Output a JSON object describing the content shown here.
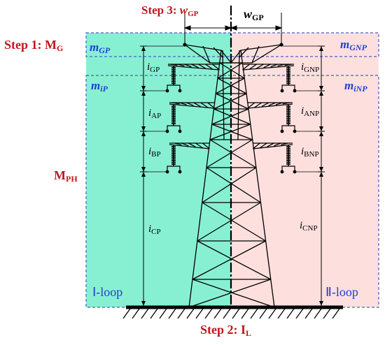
{
  "colors": {
    "left_region": "#88f0d2",
    "right_region": "#fde0de",
    "dashed_box": "#4a5cc8",
    "step_text": "#c0171e",
    "region_label": "#1f3fd4"
  },
  "steps": {
    "step1": "Step 1: M",
    "step1_sub": "G",
    "step2": "Step 2: I",
    "step2_sub": "L",
    "step3": "Step 3: ",
    "step3_w": "w",
    "step3_sub": "GP"
  },
  "mph": {
    "main": "M",
    "sub": "PH"
  },
  "w_right": {
    "main": "w",
    "sub": "GP"
  },
  "regions": {
    "m_gp": {
      "main": "m",
      "sub": "GP"
    },
    "m_gnp": {
      "main": "m",
      "sub": "GNP"
    },
    "m_ip": {
      "main": "m",
      "sub": "iP"
    },
    "m_inp": {
      "main": "m",
      "sub": "iNP"
    }
  },
  "loops": {
    "loop1": "Ⅰ-loop",
    "loop2": "Ⅱ-loop"
  },
  "left_dims": [
    {
      "main": "i",
      "sub": "GP"
    },
    {
      "main": "i",
      "sub": "AP"
    },
    {
      "main": "i",
      "sub": "BP"
    },
    {
      "main": "i",
      "sub": "CP"
    }
  ],
  "right_dims": [
    {
      "main": "i",
      "sub": "GNP"
    },
    {
      "main": "i",
      "sub": "ANP"
    },
    {
      "main": "i",
      "sub": "BNP"
    },
    {
      "main": "i",
      "sub": "CNP"
    }
  ]
}
